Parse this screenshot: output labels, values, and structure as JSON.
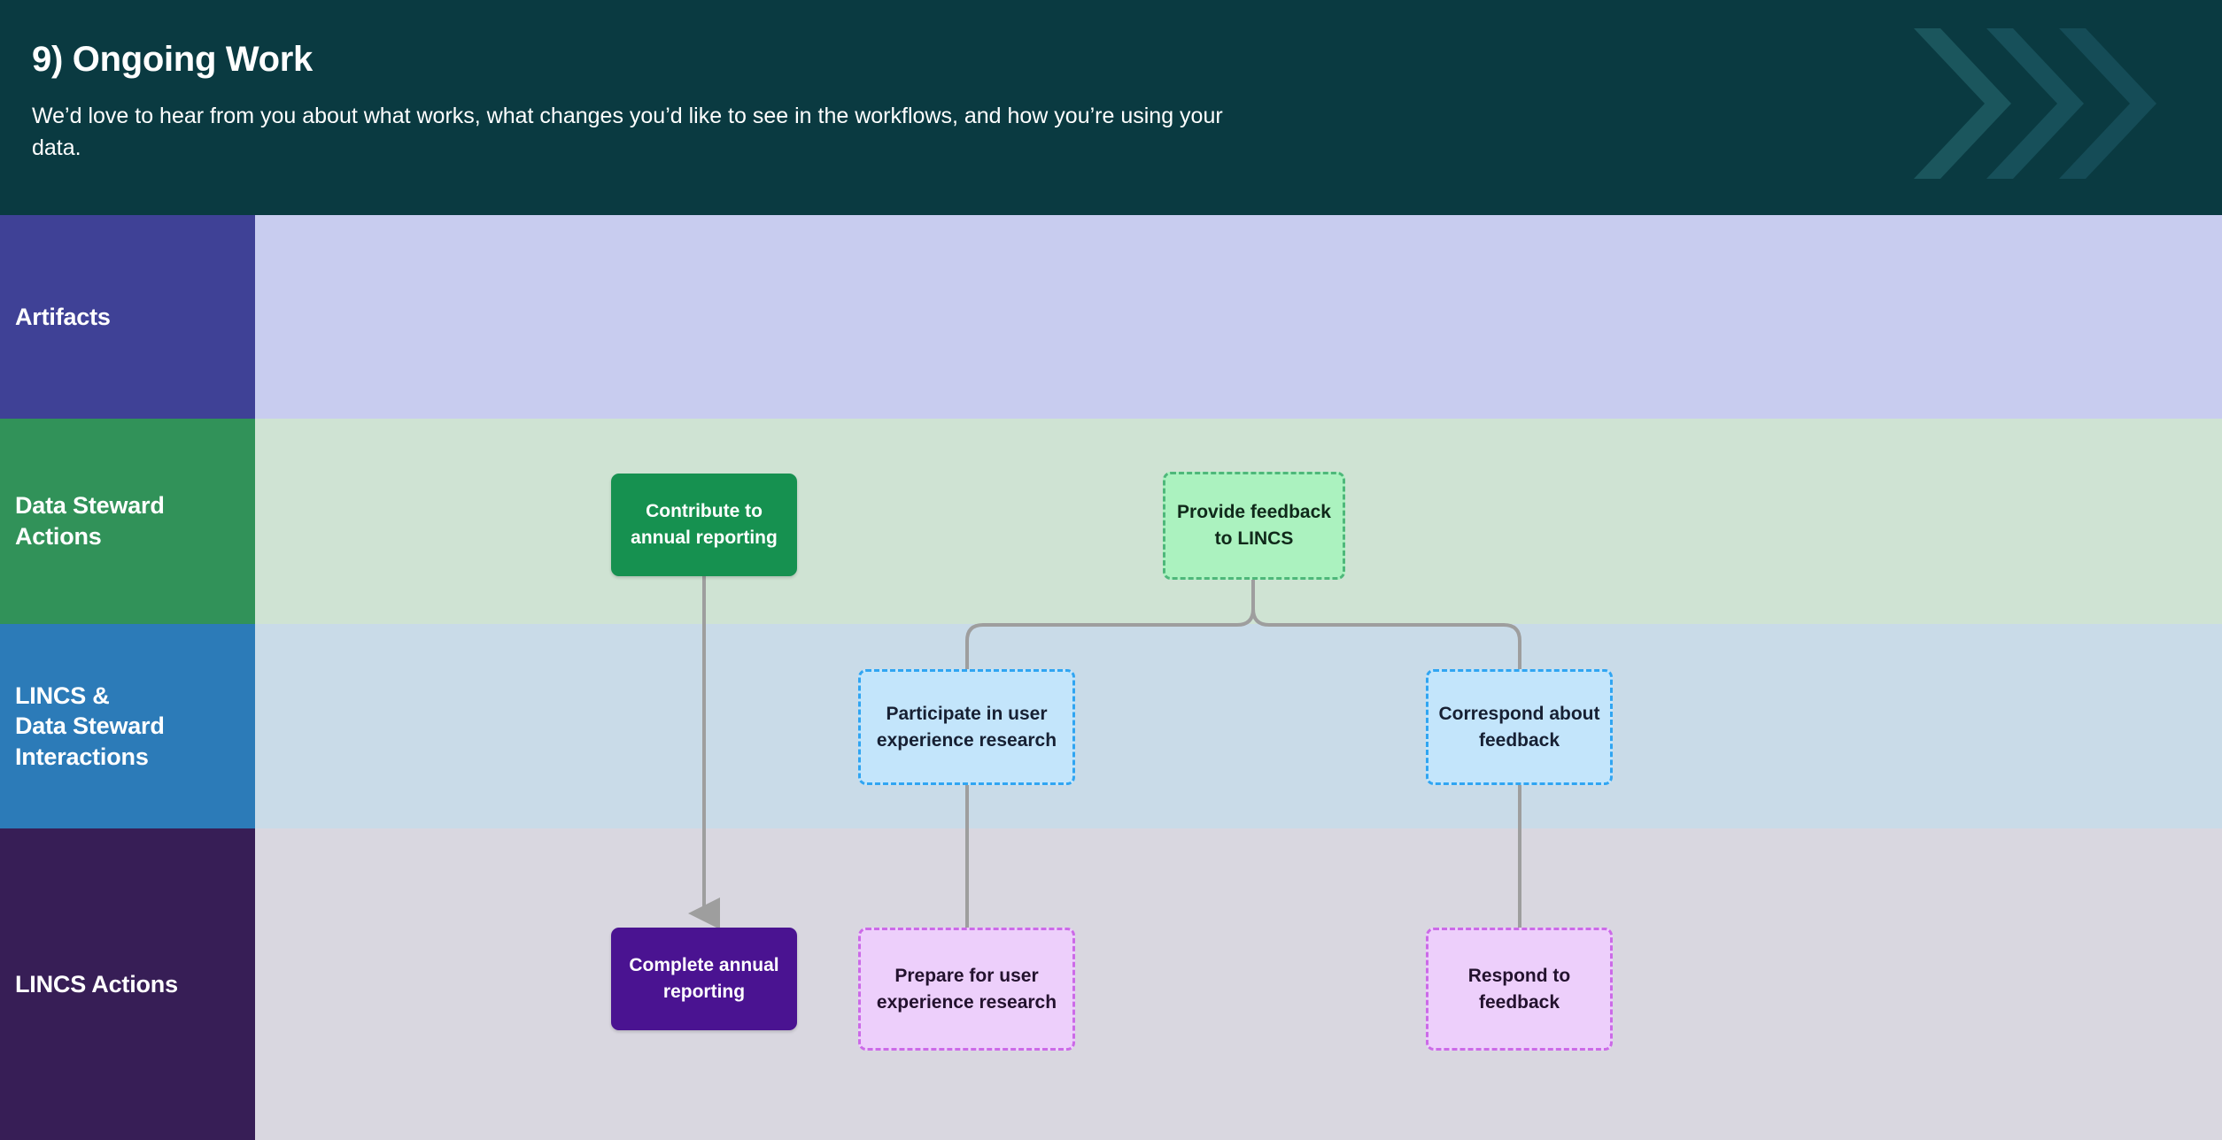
{
  "header": {
    "title": "9) Ongoing Work",
    "subtitle": "We’d love to hear from you about what works, what changes you’d like to see in the workflows, and how you’re using your data.",
    "background_color": "#0a3a41",
    "text_color": "#ffffff",
    "decoration": {
      "icon": "double-chevron-right-icon",
      "count": 3,
      "color": "#18535a"
    }
  },
  "lanes": [
    {
      "id": "artifacts",
      "label": "Artifacts",
      "label_color": "#3f4196",
      "body_color": "#c8ccef"
    },
    {
      "id": "data-steward-actions",
      "label": "Data Steward Actions",
      "label_color": "#319259",
      "body_color": "#cfe3d3"
    },
    {
      "id": "lincs-data-steward-interactions",
      "label": "LINCS &\nData Steward Interactions",
      "label_line1": "LINCS &",
      "label_line2": "Data Steward",
      "label_line3": "Interactions",
      "label_color": "#2c7bb8",
      "body_color": "#c9dbe8"
    },
    {
      "id": "lincs-actions",
      "label": "LINCS Actions",
      "label_color": "#371e56",
      "body_color": "#d9d7e0"
    }
  ],
  "nodes": [
    {
      "id": "contribute-annual-reporting",
      "label": "Contribute to annual reporting",
      "lane": "data-steward-actions",
      "style": "solid-green",
      "fill": "#169150",
      "text_color": "#ffffff"
    },
    {
      "id": "provide-feedback-to-lincs",
      "label": "Provide feedback to LINCS",
      "lane": "data-steward-actions",
      "style": "dashed-green",
      "fill": "#abf2bf",
      "border": "#4eb87a",
      "text_color": "#10291a"
    },
    {
      "id": "participate-user-experience-research",
      "label": "Participate in user experience research",
      "lane": "lincs-data-steward-interactions",
      "style": "dashed-blue",
      "fill": "#c3e5fb",
      "border": "#30a5f2",
      "text_color": "#172033"
    },
    {
      "id": "correspond-about-feedback",
      "label": "Correspond about  feedback",
      "lane": "lincs-data-steward-interactions",
      "style": "dashed-blue",
      "fill": "#c3e5fb",
      "border": "#30a5f2",
      "text_color": "#172033"
    },
    {
      "id": "complete-annual-reporting",
      "label": "Complete annual reporting",
      "lane": "lincs-actions",
      "style": "solid-purple",
      "fill": "#4a1391",
      "text_color": "#ffffff"
    },
    {
      "id": "prepare-user-experience-research",
      "label": "Prepare for user experience research",
      "lane": "lincs-actions",
      "style": "dashed-purple",
      "fill": "#edcffb",
      "border": "#cc6ae8",
      "text_color": "#23122e"
    },
    {
      "id": "respond-to-feedback",
      "label": "Respond to feedback",
      "lane": "lincs-actions",
      "style": "dashed-purple",
      "fill": "#edcffb",
      "border": "#cc6ae8",
      "text_color": "#23122e"
    }
  ],
  "connectors": [
    {
      "id": "contribute-to-complete",
      "from": "contribute-annual-reporting",
      "to": "complete-annual-reporting",
      "arrow": true,
      "color": "#9e9e9e"
    },
    {
      "id": "provide-feedback-to-participate",
      "from": "provide-feedback-to-lincs",
      "to": "participate-user-experience-research",
      "arrow": false,
      "color": "#9e9e9e"
    },
    {
      "id": "provide-feedback-to-correspond",
      "from": "provide-feedback-to-lincs",
      "to": "correspond-about-feedback",
      "arrow": false,
      "color": "#9e9e9e"
    },
    {
      "id": "participate-to-prepare",
      "from": "participate-user-experience-research",
      "to": "prepare-user-experience-research",
      "arrow": false,
      "color": "#9e9e9e"
    },
    {
      "id": "correspond-to-respond",
      "from": "correspond-about-feedback",
      "to": "respond-to-feedback",
      "arrow": false,
      "color": "#9e9e9e"
    }
  ]
}
